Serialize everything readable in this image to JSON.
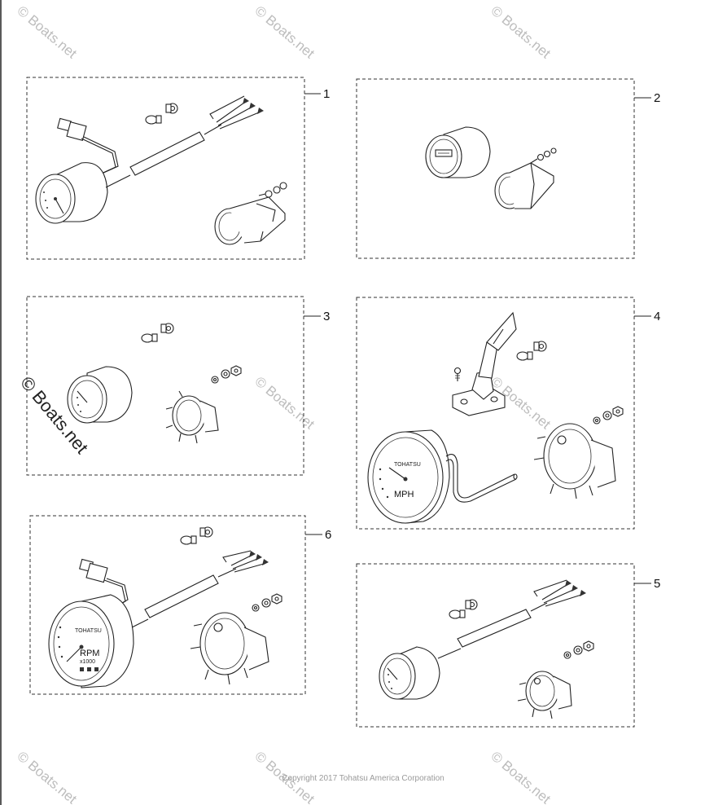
{
  "callouts": {
    "c1": "1",
    "c2": "2",
    "c3": "3",
    "c4": "4",
    "c5": "5",
    "c6": "6"
  },
  "watermark": {
    "text": "© Boats.net"
  },
  "gauge_labels": {
    "mph": "MPH",
    "rpm": "RPM",
    "rpm_scale": "x1000",
    "brand": "TOHATSU"
  },
  "footer": {
    "copyright": "Copyright 2017 Tohatsu America Corporation"
  }
}
